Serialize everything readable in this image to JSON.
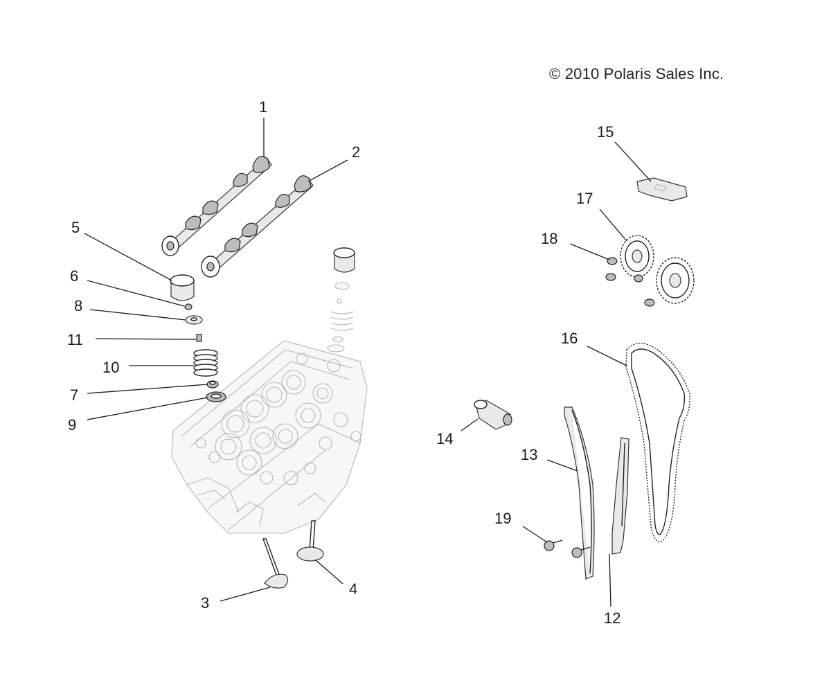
{
  "copyright": "© 2010 Polaris Sales Inc.",
  "callouts": {
    "c1": "1",
    "c2": "2",
    "c3": "3",
    "c4": "4",
    "c5": "5",
    "c6": "6",
    "c7": "7",
    "c8": "8",
    "c9": "9",
    "c10": "10",
    "c11": "11",
    "c12": "12",
    "c13": "13",
    "c14": "14",
    "c15": "15",
    "c16": "16",
    "c17": "17",
    "c18": "18",
    "c19": "19"
  }
}
